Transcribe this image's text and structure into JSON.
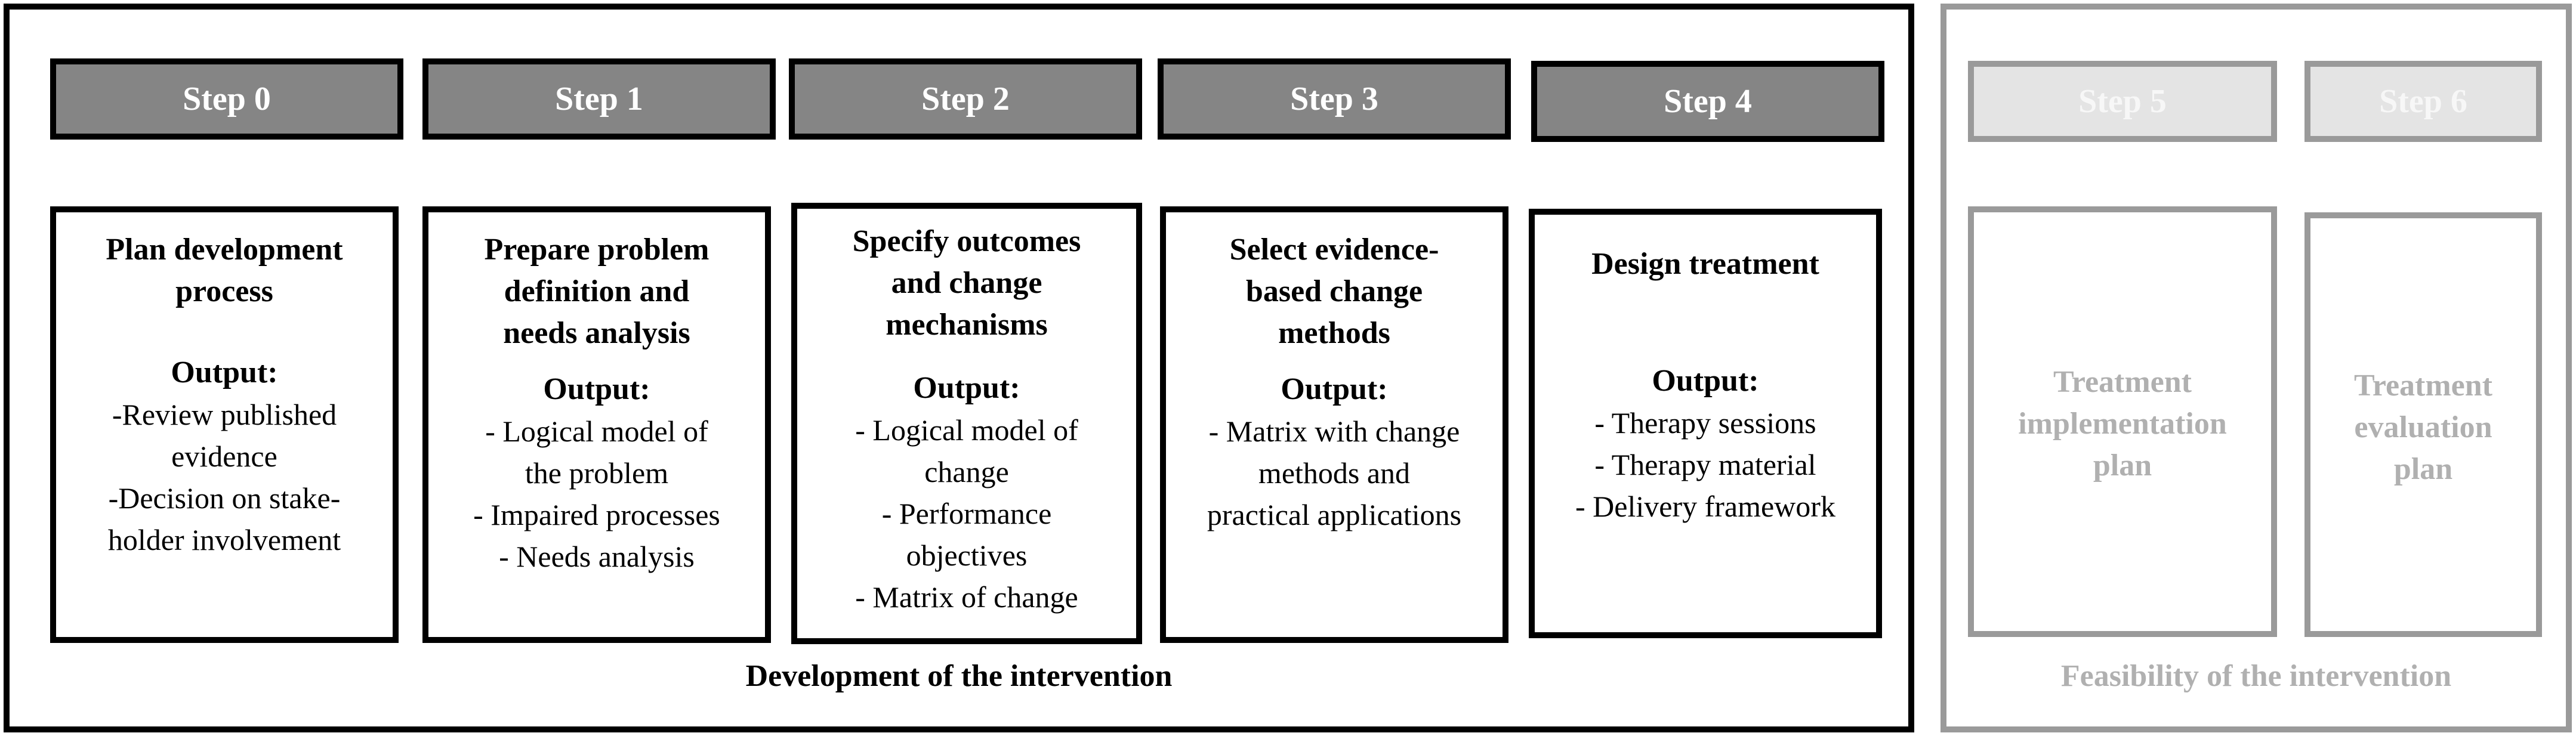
{
  "development": {
    "caption": "Development of the intervention",
    "steps": [
      {
        "header": "Step 0",
        "title": [
          "Plan development",
          "process"
        ],
        "output_label": "Output:",
        "outputs": [
          "-Review published",
          "evidence",
          "-Decision on stake-",
          "holder involvement"
        ]
      },
      {
        "header": "Step 1",
        "title": [
          "Prepare problem",
          "definition and",
          "needs analysis"
        ],
        "output_label": "Output:",
        "outputs": [
          "- Logical model of",
          "the problem",
          "- Impaired processes",
          "- Needs analysis"
        ]
      },
      {
        "header": "Step 2",
        "title": [
          "Specify outcomes",
          "and change",
          "mechanisms"
        ],
        "output_label": "Output:",
        "outputs": [
          "- Logical model of",
          "change",
          "- Performance",
          "objectives",
          "- Matrix of change"
        ]
      },
      {
        "header": "Step 3",
        "title": [
          "Select evidence-",
          "based change",
          "methods"
        ],
        "output_label": "Output:",
        "outputs": [
          "- Matrix with change",
          "methods and",
          "practical applications"
        ]
      },
      {
        "header": "Step 4",
        "title": [
          "Design treatment"
        ],
        "output_label": "Output:",
        "outputs": [
          "- Therapy sessions",
          "- Therapy material",
          "- Delivery framework"
        ]
      }
    ]
  },
  "feasibility": {
    "caption": "Feasibility of the intervention",
    "steps": [
      {
        "header": "Step 5",
        "title": [
          "Treatment",
          "implementation",
          "plan"
        ]
      },
      {
        "header": "Step 6",
        "title": [
          "Treatment",
          "evaluation",
          "plan"
        ]
      }
    ]
  }
}
